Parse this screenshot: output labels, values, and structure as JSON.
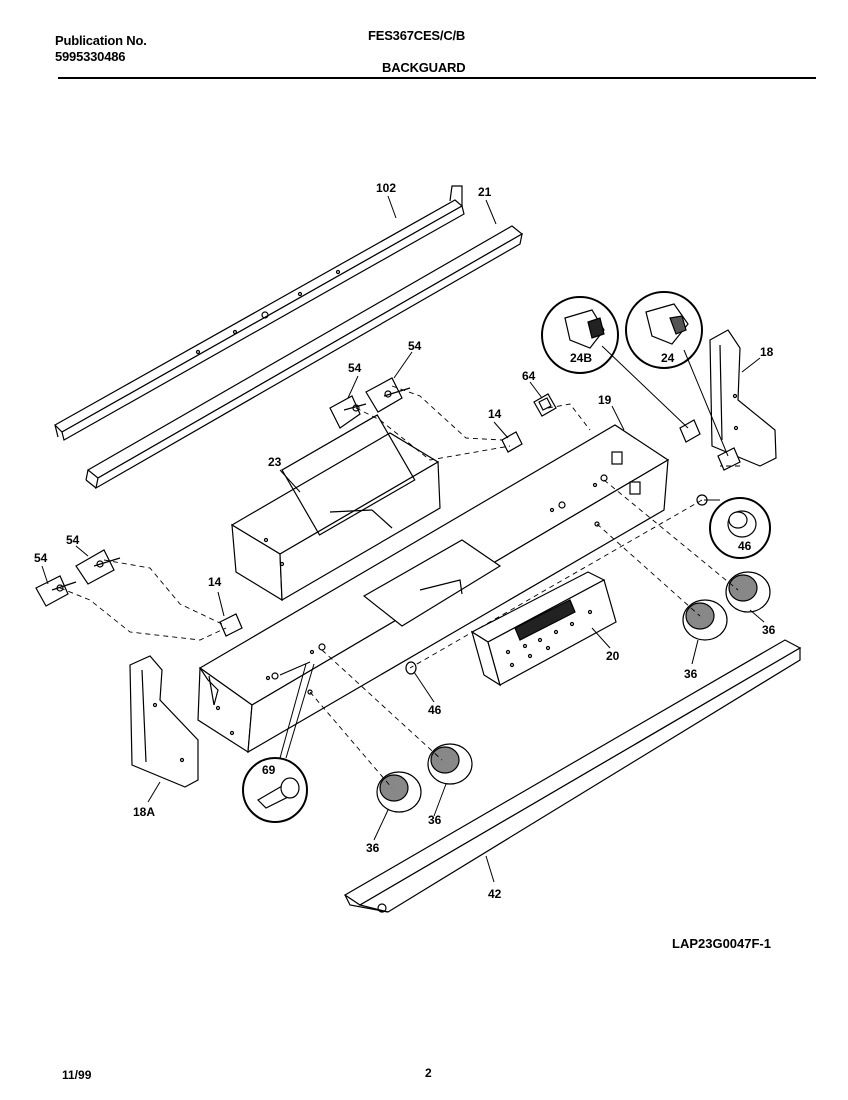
{
  "header": {
    "publication_label": "Publication No.",
    "publication_number": "5995330486",
    "model": "FES367CES/C/B",
    "section": "BACKGUARD"
  },
  "diagram": {
    "code": "LAP23G0047F-1",
    "callouts": {
      "c102": "102",
      "c21": "21",
      "c54a": "54",
      "c54b": "54",
      "c64": "64",
      "c24b": "24B",
      "c24": "24",
      "c18": "18",
      "c14a": "14",
      "c19": "19",
      "c23": "23",
      "c54c": "54",
      "c54d": "54",
      "c14b": "14",
      "c46a": "46",
      "c36a": "36",
      "c20": "20",
      "c36b": "36",
      "c46b": "46",
      "c69": "69",
      "c18a": "18A",
      "c36c": "36",
      "c36d": "36",
      "c42": "42"
    }
  },
  "footer": {
    "date": "11/99",
    "page": "2"
  }
}
